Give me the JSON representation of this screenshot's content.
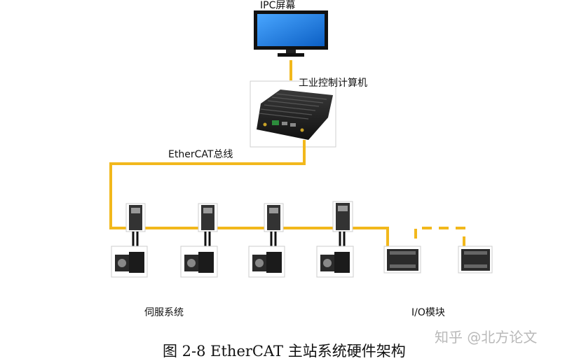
{
  "labels": {
    "ipc_screen": "IPC屏幕",
    "industrial_pc": "工业控制计算机",
    "ethercat_bus": "EtherCAT总线",
    "servo_system": "伺服系统",
    "io_module": "I/O模块"
  },
  "caption": "图 2-8 EtherCAT 主站系统硬件架构",
  "watermark": "知乎 @北方论文",
  "colors": {
    "bus": "#F2B81C",
    "screen_blue": "#1E7FE0",
    "device_dark": "#2B2B2B"
  }
}
